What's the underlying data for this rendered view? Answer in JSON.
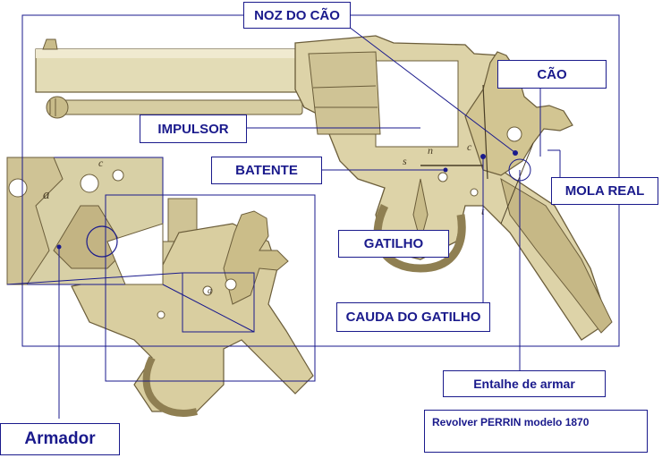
{
  "labels": {
    "noz_do_cao": "NOZ DO CÃO",
    "cao": "CÃO",
    "impulsor": "IMPULSOR",
    "batente": "BATENTE",
    "mola_real": "MOLA REAL",
    "gatilho": "GATILHO",
    "cauda_do_gatilho": "CAUDA DO GATILHO",
    "entalhe_de_armar": "Entalhe de armar",
    "armador": "Armador"
  },
  "caption": "Revolver PERRIN modelo 1870",
  "drawing_letters": {
    "n": "n",
    "s": "s",
    "c": "c",
    "t": "t",
    "a_inset": "a",
    "c_inset": "c",
    "a_lower": "a"
  },
  "colors": {
    "line": "#1a1a8c",
    "metal_light": "#e3dcb6",
    "metal_mid": "#c9bc8a",
    "metal_dark": "#8f7f52",
    "ink": "#4a3e26",
    "inset_bg": "#d8d0a6"
  }
}
